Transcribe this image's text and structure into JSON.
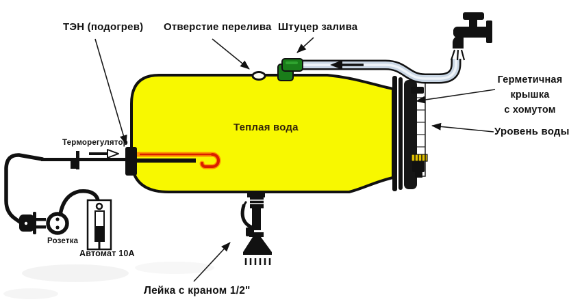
{
  "diagram": {
    "labels": {
      "heater": "ТЭН (подогрев)",
      "overflow": "Отверстие перелива",
      "filler": "Штуцер залива",
      "cap_line1": "Герметичная крышка",
      "cap_line2": "с хомутом",
      "level": "Уровень воды",
      "thermostat": "Терморегулятор",
      "socket": "Розетка",
      "breaker": "Автомат 10А",
      "shower": "Лейка с краном 1/2\"",
      "water": "Теплая вода"
    },
    "colors": {
      "tank_fill": "#f8f800",
      "outline": "#111111",
      "heater_tube_orange": "#ff8e00",
      "heater_tube_red": "#d81e00",
      "hose_fill": "#c9d6e4",
      "filler_fitting_green": "#1a7d1a",
      "water_text": "#32230a",
      "gauge_thread_yellow": "#e2c100"
    }
  }
}
